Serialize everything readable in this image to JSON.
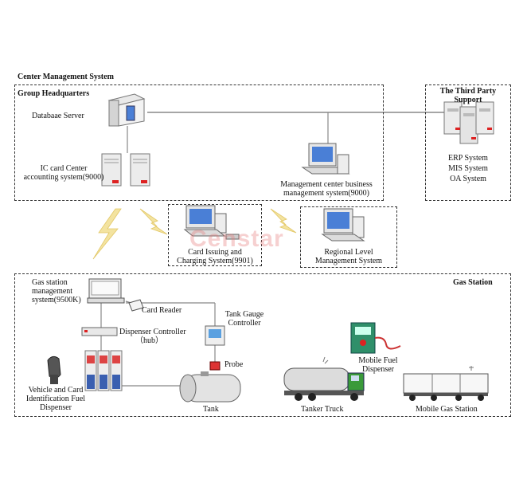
{
  "center": {
    "title": "Center Management System"
  },
  "hq": {
    "title": "Group Headquarters",
    "database_server": "Databaae Server",
    "ic_card_l1": "IC card Center",
    "ic_card_l2": "accounting system(9000)",
    "mgmt_center_l1": "Management center business",
    "mgmt_center_l2": "management system(9000)"
  },
  "third_party": {
    "title_l1": "The Third Party",
    "title_l2": "Support",
    "erp": "ERP System",
    "mis": "MIS System",
    "oa": "OA System"
  },
  "card_issuing": {
    "l1": "Card Issuing and",
    "l2": "Charging System(9901)"
  },
  "regional": {
    "l1": "Regional Level",
    "l2": "Management System"
  },
  "gas_station": {
    "title": "Gas Station",
    "mgmt_l1": "Gas station",
    "mgmt_l2": "management",
    "mgmt_l3": "system(9500K)",
    "card_reader": "Card Reader",
    "dispenser_controller_l1": "Dispenser Controller",
    "dispenser_controller_l2": "（hub）",
    "tank_gauge_l1": "Tank Gauge",
    "tank_gauge_l2": "Controller",
    "probe": "Probe",
    "tank": "Tank",
    "vehicle_l1": "Vehicle and Card",
    "vehicle_l2": "Identification Fuel",
    "vehicle_l3": "Dispenser",
    "tanker_truck": "Tanker Truck",
    "mobile_fuel_l1": "Mobile Fuel",
    "mobile_fuel_l2": "Dispenser",
    "mobile_station": "Mobile Gas Station"
  },
  "watermark": "Censtar",
  "icons": {
    "server": "server-icon",
    "workstation": "computer-icon",
    "lightning": "lightning-icon",
    "pump": "fuel-dispenser-icon",
    "tank": "tank-icon",
    "truck": "tanker-truck-icon",
    "trailer": "trailer-icon"
  },
  "colors": {
    "box_border": "#333333",
    "lightning": "#f3e3a0",
    "screen": "#4a7fd6",
    "truck_cab": "#3a9a3a",
    "mobile_dispenser": "#2f8f6a"
  }
}
